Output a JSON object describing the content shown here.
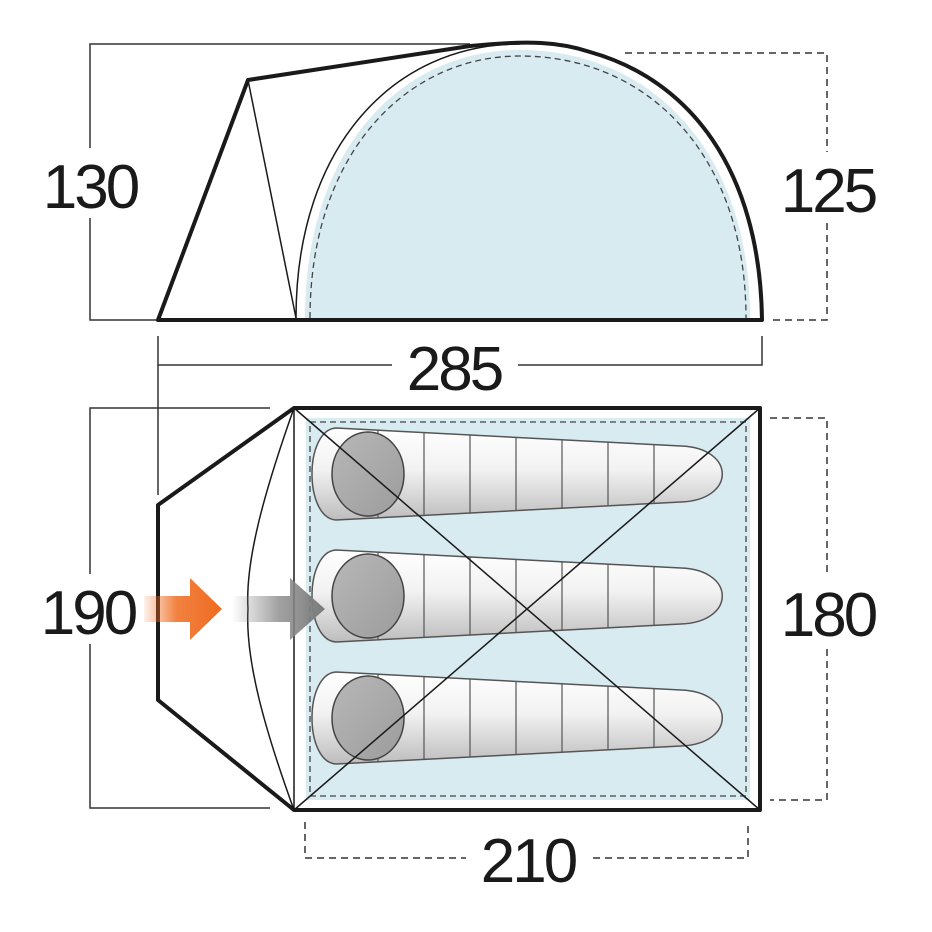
{
  "dimensions": {
    "side_front_height": "130",
    "side_rear_height": "125",
    "total_length": "285",
    "porch_width": "190",
    "inner_width": "180",
    "inner_length": "210"
  },
  "colors": {
    "outline": "#1a1a1a",
    "inner_fill": "#d8ebf1",
    "head_fill": "#a9a9a9",
    "entry_arrow": "#ef6b1f",
    "inner_arrow": "#7f7f7f"
  },
  "sleeping_bags": {
    "count": 3
  }
}
